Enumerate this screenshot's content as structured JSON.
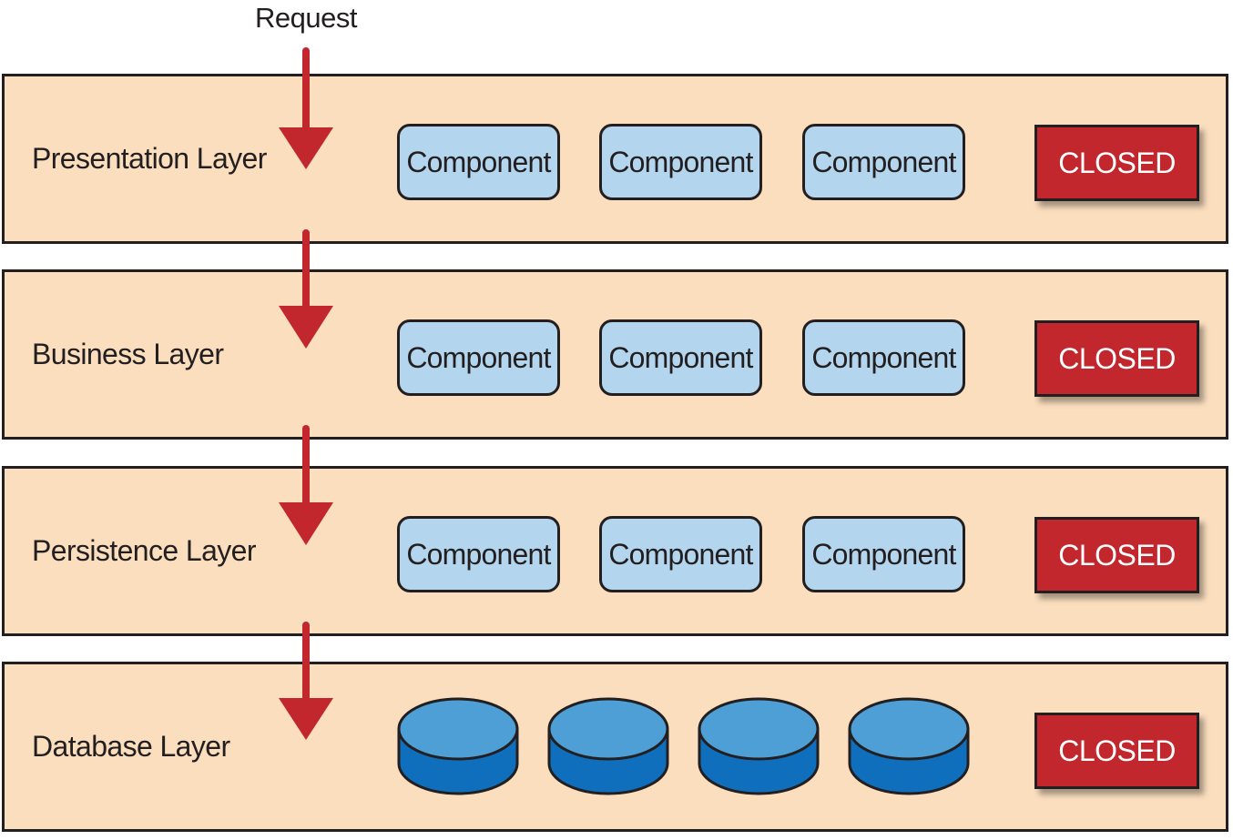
{
  "request_label": "Request",
  "layers": [
    {
      "name": "Presentation Layer",
      "components": [
        "Component",
        "Component",
        "Component"
      ],
      "status": "CLOSED"
    },
    {
      "name": "Business Layer",
      "components": [
        "Component",
        "Component",
        "Component"
      ],
      "status": "CLOSED"
    },
    {
      "name": "Persistence Layer",
      "components": [
        "Component",
        "Component",
        "Component"
      ],
      "status": "CLOSED"
    },
    {
      "name": "Database Layer",
      "databases": 4,
      "status": "CLOSED"
    }
  ],
  "colors": {
    "layer_fill": "#fadebe",
    "component_fill": "#b3d5ee",
    "closed_fill": "#c1272d",
    "arrow": "#c1272d",
    "database_top": "#4d9fd5",
    "database_body": "#0f6fbd",
    "outline": "#231f20"
  }
}
